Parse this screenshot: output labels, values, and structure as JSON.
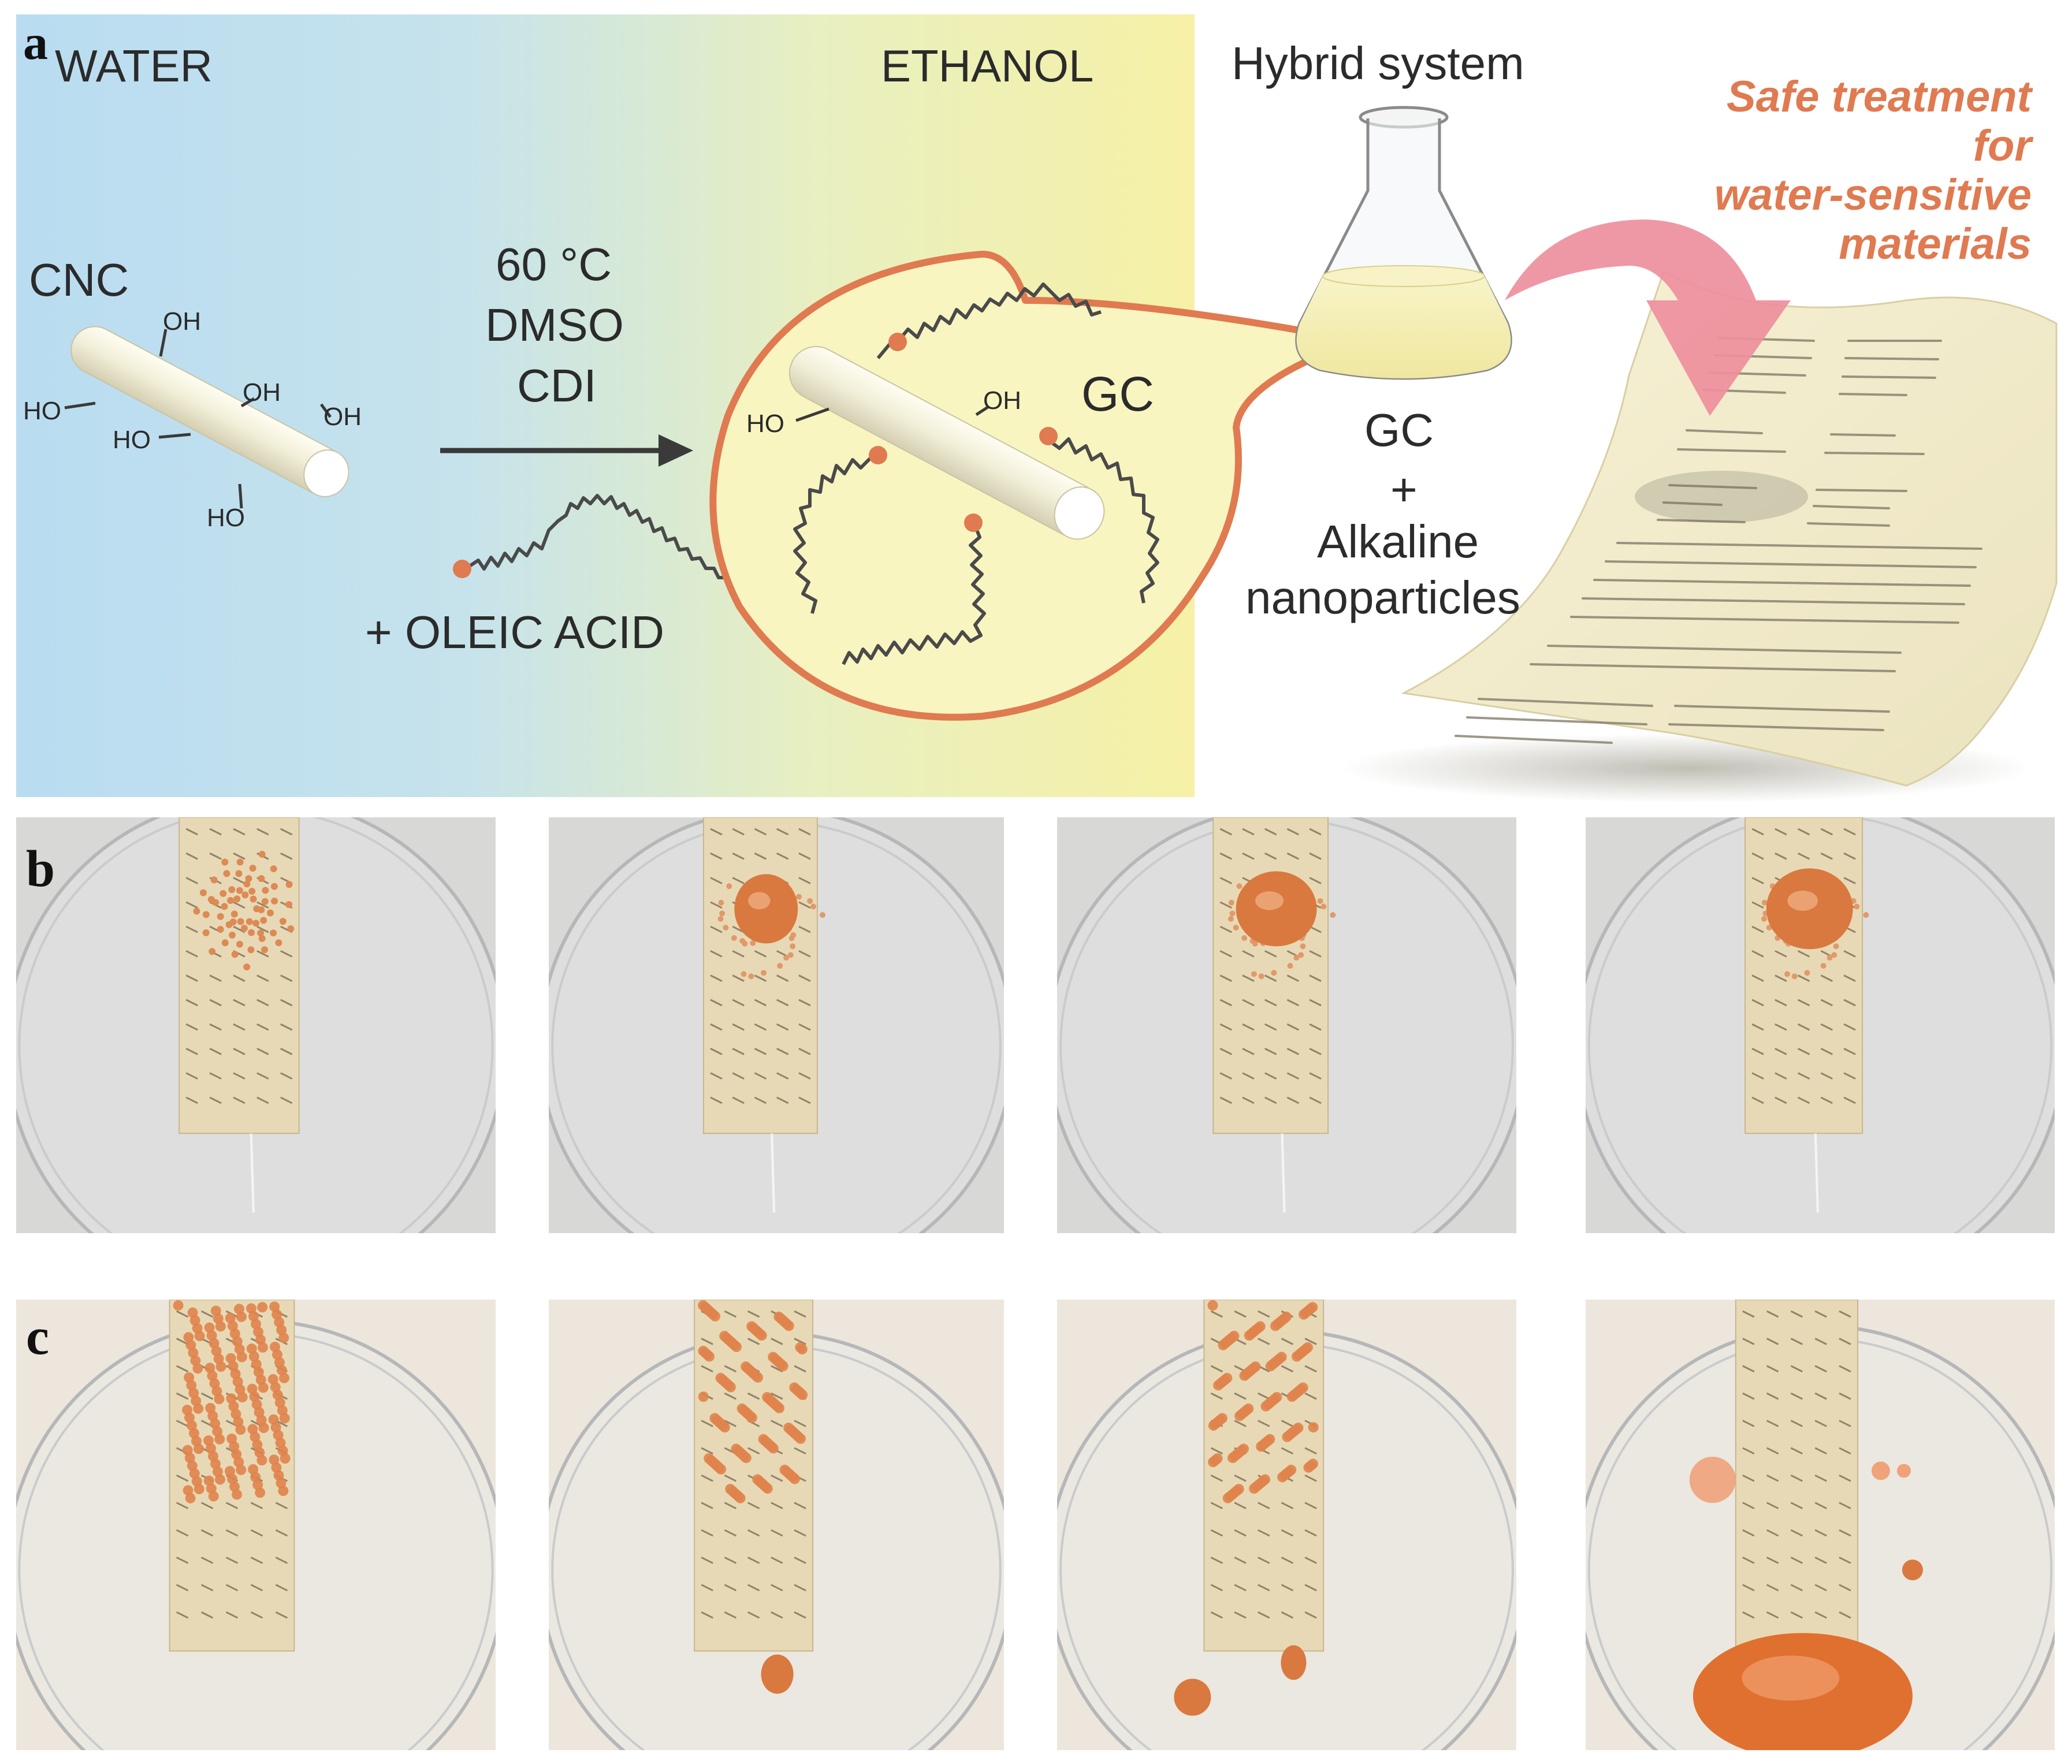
{
  "panels": {
    "a": {
      "letter": "a",
      "water_label": "WATER",
      "ethanol_label": "ETHANOL",
      "cnc_label": "CNC",
      "oh_label": "OH",
      "ho_label": "HO",
      "conditions": [
        "60 °C",
        "DMSO",
        "CDI"
      ],
      "reagent_label": "+ OLEIC ACID",
      "gc_bubble_label": "GC",
      "hybrid_title": "Hybrid system",
      "hybrid_lines": [
        "GC",
        "+",
        "Alkaline",
        "nanoparticles"
      ],
      "safe_treatment_lines": [
        "Safe treatment",
        "for",
        "water-sensitive",
        "materials"
      ]
    },
    "b": {
      "letter": "b"
    },
    "c": {
      "letter": "c"
    }
  },
  "colors": {
    "water_blue": "#b9dcf1",
    "ethanol_yellow": "#f6f1a6",
    "accent_orange": "#e07a50",
    "bubble_fill": "#f9f5c0",
    "rod_fill": "#f6f3df",
    "paper": "#f3eccd",
    "arrow_pink": "#ee8f9d"
  }
}
